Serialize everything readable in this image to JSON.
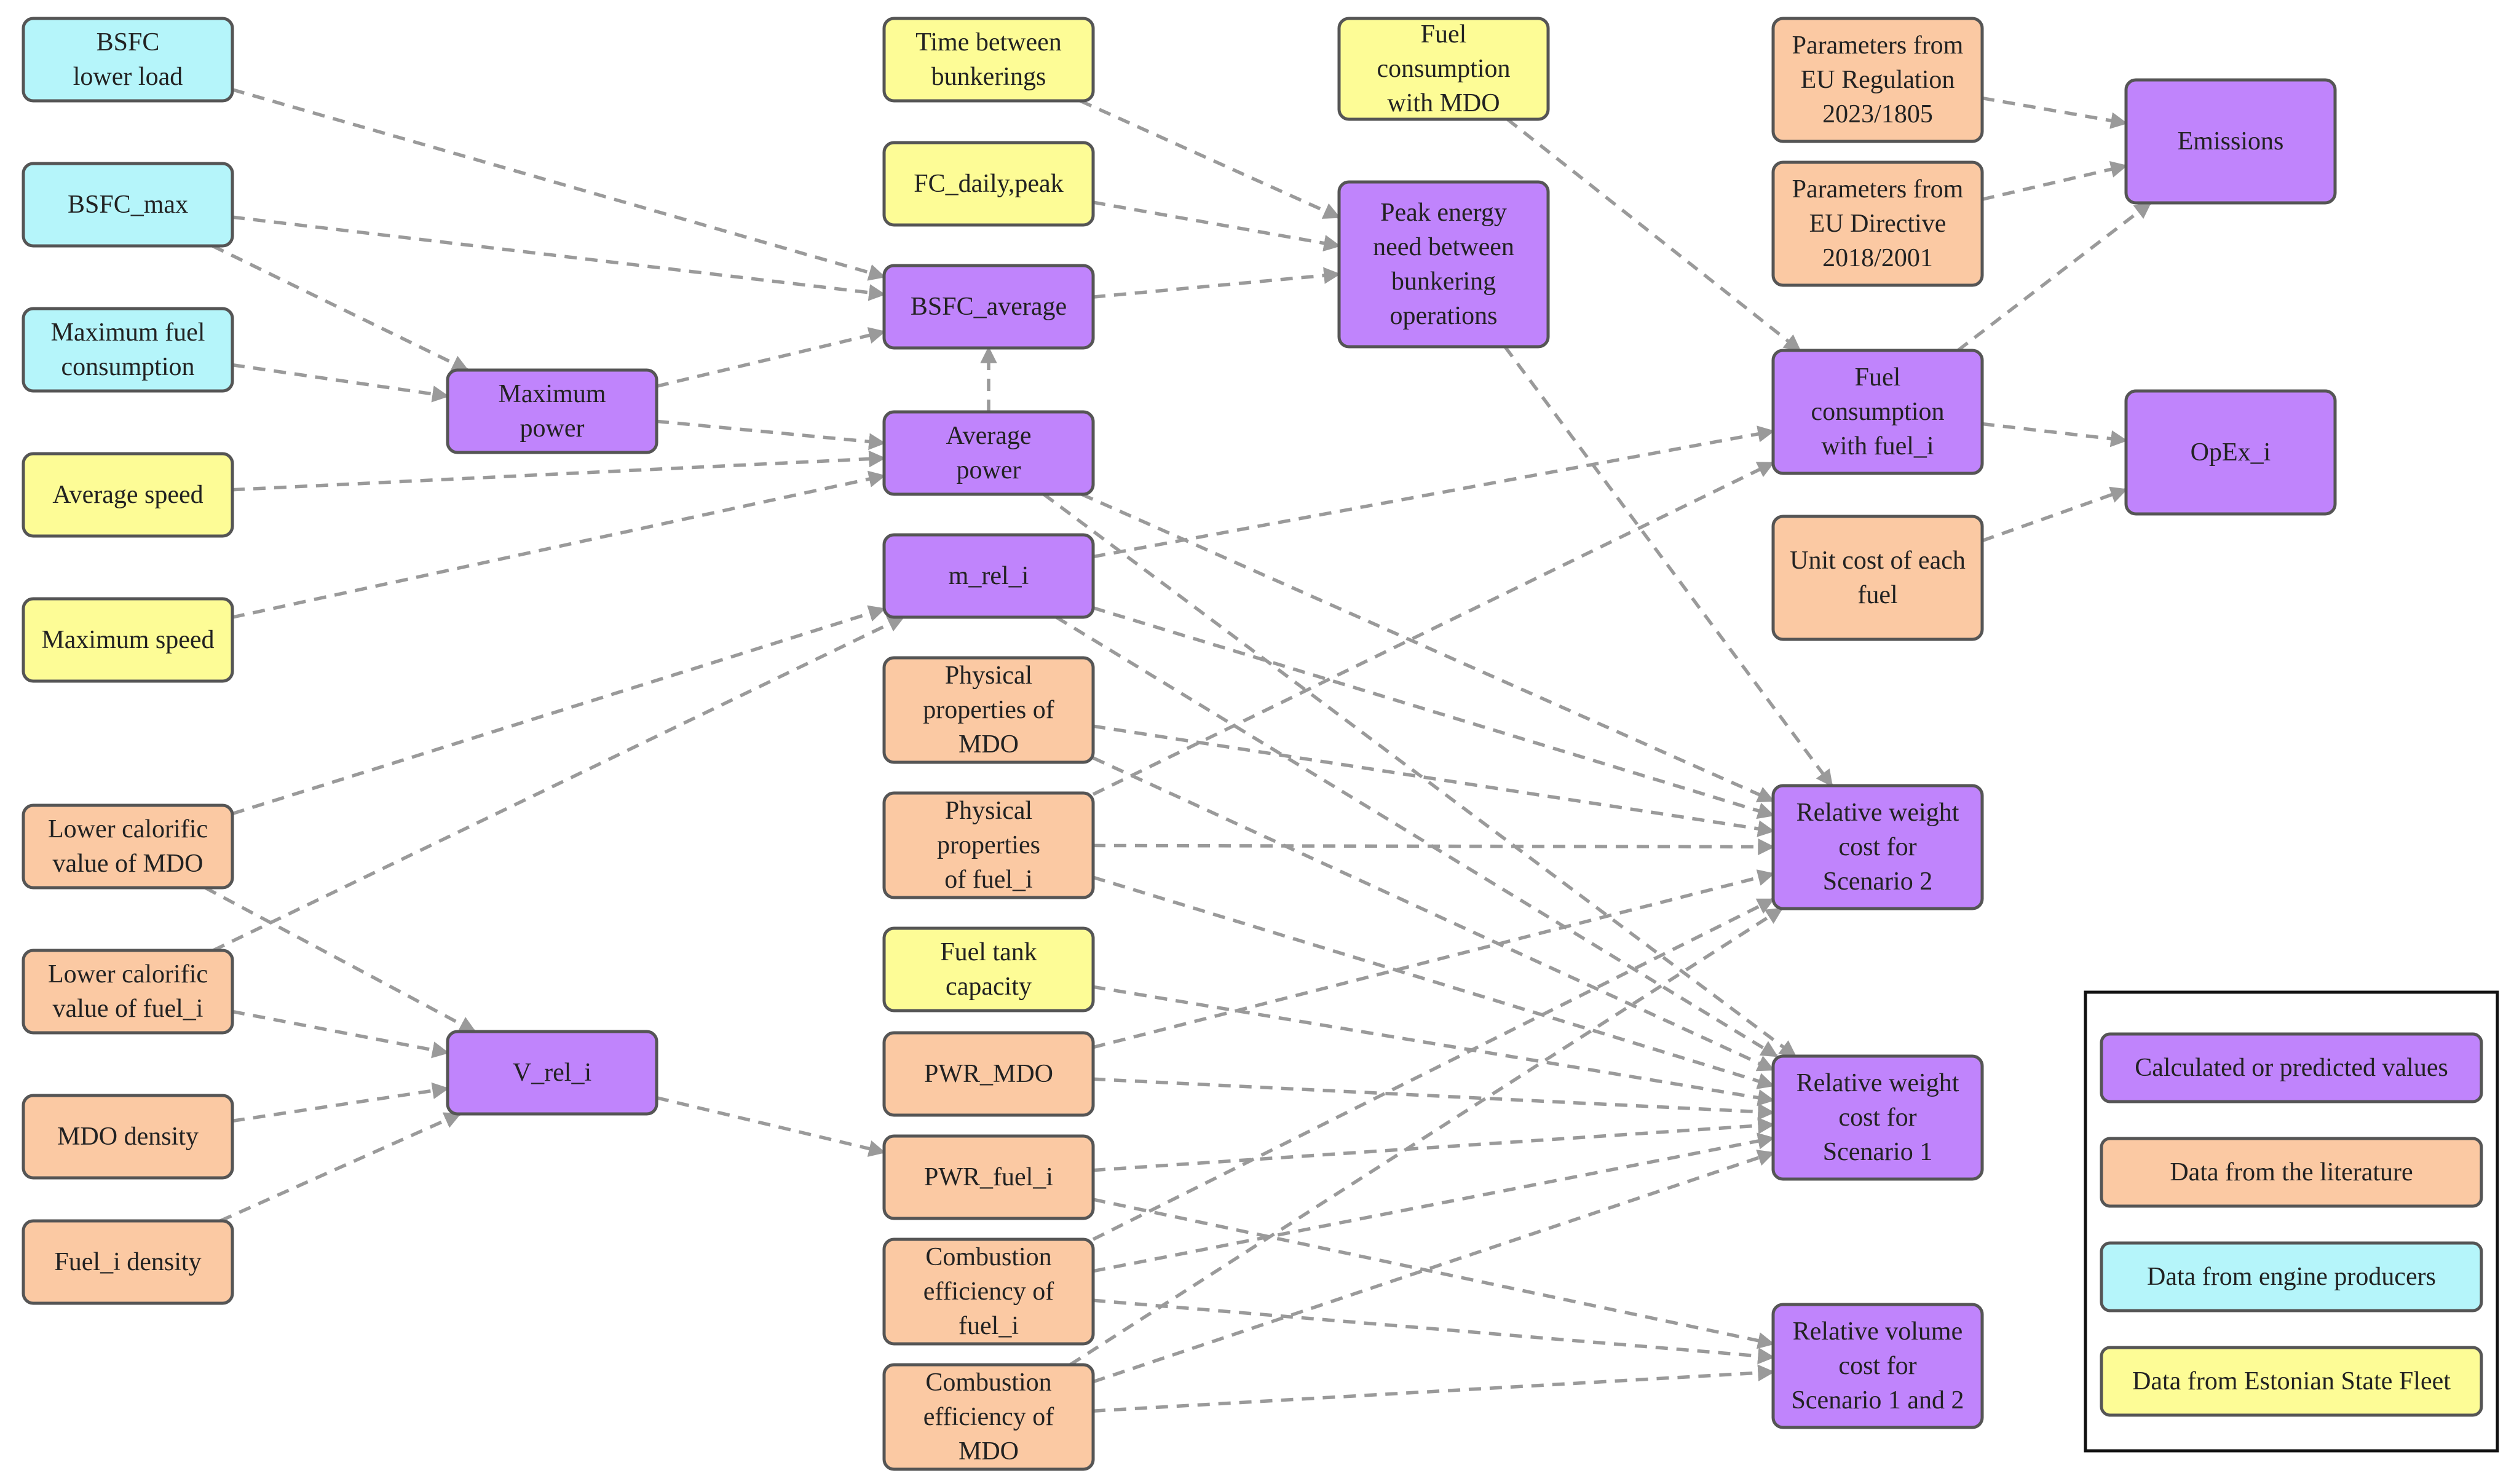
{
  "colors": {
    "calculated": "#c084fc",
    "literature": "#fbc9a3",
    "engine": "#b5f5fa",
    "fleet": "#fdfc96",
    "border": "#555555",
    "edge": "#9a9a9a"
  },
  "nodes": {
    "bsfc_lower": {
      "lines": [
        "BSFC",
        "lower load"
      ],
      "kind": "engine"
    },
    "bsfc_max": {
      "lines": [
        "BSFC_max"
      ],
      "kind": "engine"
    },
    "max_fuel_consumption": {
      "lines": [
        "Maximum fuel",
        "consumption"
      ],
      "kind": "engine"
    },
    "average_speed": {
      "lines": [
        "Average speed"
      ],
      "kind": "fleet"
    },
    "maximum_speed": {
      "lines": [
        "Maximum speed"
      ],
      "kind": "fleet"
    },
    "lcv_mdo": {
      "lines": [
        "Lower calorific",
        "value of MDO"
      ],
      "kind": "literature"
    },
    "lcv_fuel": {
      "lines": [
        "Lower calorific",
        "value of fuel_i"
      ],
      "kind": "literature"
    },
    "mdo_density": {
      "lines": [
        "MDO density"
      ],
      "kind": "literature"
    },
    "fuel_density": {
      "lines": [
        "Fuel_i density"
      ],
      "kind": "literature"
    },
    "maximum_power": {
      "lines": [
        "Maximum",
        "power"
      ],
      "kind": "calculated"
    },
    "v_rel": {
      "lines": [
        "V_rel_i"
      ],
      "kind": "calculated"
    },
    "time_between": {
      "lines": [
        "Time between",
        "bunkerings"
      ],
      "kind": "fleet"
    },
    "fc_daily": {
      "lines": [
        "FC_daily,peak"
      ],
      "kind": "fleet"
    },
    "bsfc_average": {
      "lines": [
        "BSFC_average"
      ],
      "kind": "calculated"
    },
    "average_power": {
      "lines": [
        "Average",
        "power"
      ],
      "kind": "calculated"
    },
    "m_rel": {
      "lines": [
        "m_rel_i"
      ],
      "kind": "calculated"
    },
    "phys_mdo": {
      "lines": [
        "Physical",
        "properties of",
        "MDO"
      ],
      "kind": "literature"
    },
    "phys_fuel": {
      "lines": [
        "Physical",
        "properties",
        "of fuel_i"
      ],
      "kind": "literature"
    },
    "fuel_tank": {
      "lines": [
        "Fuel tank",
        "capacity"
      ],
      "kind": "fleet"
    },
    "pwr_mdo": {
      "lines": [
        "PWR_MDO"
      ],
      "kind": "literature"
    },
    "pwr_fuel": {
      "lines": [
        "PWR_fuel_i"
      ],
      "kind": "literature"
    },
    "comb_fuel": {
      "lines": [
        "Combustion",
        "efficiency of",
        "fuel_i"
      ],
      "kind": "literature"
    },
    "comb_mdo": {
      "lines": [
        "Combustion",
        "efficiency of",
        "MDO"
      ],
      "kind": "literature"
    },
    "fuel_mdo": {
      "lines": [
        "Fuel",
        "consumption",
        "with MDO"
      ],
      "kind": "fleet"
    },
    "peak_energy": {
      "lines": [
        "Peak energy",
        "need between",
        "bunkering",
        "operations"
      ],
      "kind": "calculated"
    },
    "param_eu_reg": {
      "lines": [
        "Parameters from",
        "EU Regulation",
        "2023/1805"
      ],
      "kind": "literature"
    },
    "param_eu_dir": {
      "lines": [
        "Parameters from",
        "EU Directive",
        "2018/2001"
      ],
      "kind": "literature"
    },
    "fuel_cons_i": {
      "lines": [
        "Fuel",
        "consumption",
        "with fuel_i"
      ],
      "kind": "calculated"
    },
    "unit_cost": {
      "lines": [
        "Unit cost of each",
        "fuel"
      ],
      "kind": "literature"
    },
    "rel_weight_2": {
      "lines": [
        "Relative weight",
        "cost for",
        "Scenario 2"
      ],
      "kind": "calculated"
    },
    "rel_weight_1": {
      "lines": [
        "Relative weight",
        "cost for",
        "Scenario 1"
      ],
      "kind": "calculated"
    },
    "rel_volume": {
      "lines": [
        "Relative volume",
        "cost for",
        "Scenario 1 and 2"
      ],
      "kind": "calculated"
    },
    "emissions": {
      "lines": [
        "Emissions"
      ],
      "kind": "calculated"
    },
    "opex": {
      "lines": [
        "OpEx_i"
      ],
      "kind": "calculated"
    }
  },
  "edges": [
    [
      "bsfc_lower",
      "bsfc_average"
    ],
    [
      "bsfc_max",
      "bsfc_average"
    ],
    [
      "bsfc_max",
      "maximum_power"
    ],
    [
      "max_fuel_consumption",
      "maximum_power"
    ],
    [
      "maximum_power",
      "bsfc_average"
    ],
    [
      "maximum_power",
      "average_power"
    ],
    [
      "average_speed",
      "average_power"
    ],
    [
      "maximum_speed",
      "average_power"
    ],
    [
      "average_power",
      "bsfc_average"
    ],
    [
      "lcv_mdo",
      "m_rel"
    ],
    [
      "lcv_fuel",
      "m_rel"
    ],
    [
      "lcv_mdo",
      "v_rel"
    ],
    [
      "lcv_fuel",
      "v_rel"
    ],
    [
      "mdo_density",
      "v_rel"
    ],
    [
      "fuel_density",
      "v_rel"
    ],
    [
      "v_rel",
      "pwr_fuel"
    ],
    [
      "time_between",
      "peak_energy"
    ],
    [
      "fc_daily",
      "peak_energy"
    ],
    [
      "bsfc_average",
      "peak_energy"
    ],
    [
      "fuel_mdo",
      "fuel_cons_i"
    ],
    [
      "peak_energy",
      "rel_weight_2"
    ],
    [
      "m_rel",
      "fuel_cons_i"
    ],
    [
      "phys_fuel",
      "fuel_cons_i"
    ],
    [
      "param_eu_reg",
      "emissions"
    ],
    [
      "param_eu_dir",
      "emissions"
    ],
    [
      "fuel_cons_i",
      "emissions"
    ],
    [
      "fuel_cons_i",
      "opex"
    ],
    [
      "unit_cost",
      "opex"
    ],
    [
      "average_power",
      "rel_weight_2"
    ],
    [
      "average_power",
      "rel_weight_1"
    ],
    [
      "m_rel",
      "rel_weight_2"
    ],
    [
      "m_rel",
      "rel_weight_1"
    ],
    [
      "phys_mdo",
      "rel_weight_2"
    ],
    [
      "phys_mdo",
      "rel_weight_1"
    ],
    [
      "phys_fuel",
      "rel_weight_2"
    ],
    [
      "phys_fuel",
      "rel_weight_1"
    ],
    [
      "fuel_tank",
      "rel_weight_1"
    ],
    [
      "pwr_mdo",
      "rel_weight_2"
    ],
    [
      "pwr_mdo",
      "rel_weight_1"
    ],
    [
      "pwr_fuel",
      "rel_weight_1"
    ],
    [
      "pwr_fuel",
      "rel_volume"
    ],
    [
      "comb_fuel",
      "rel_weight_2"
    ],
    [
      "comb_fuel",
      "rel_weight_1"
    ],
    [
      "comb_fuel",
      "rel_volume"
    ],
    [
      "comb_mdo",
      "rel_weight_2"
    ],
    [
      "comb_mdo",
      "rel_weight_1"
    ],
    [
      "comb_mdo",
      "rel_volume"
    ]
  ],
  "legend": {
    "items": [
      {
        "label": "Calculated or predicted values",
        "kind": "calculated"
      },
      {
        "label": "Data from the literature",
        "kind": "literature"
      },
      {
        "label": "Data from engine producers",
        "kind": "engine"
      },
      {
        "label": "Data from Estonian State Fleet",
        "kind": "fleet"
      }
    ]
  }
}
